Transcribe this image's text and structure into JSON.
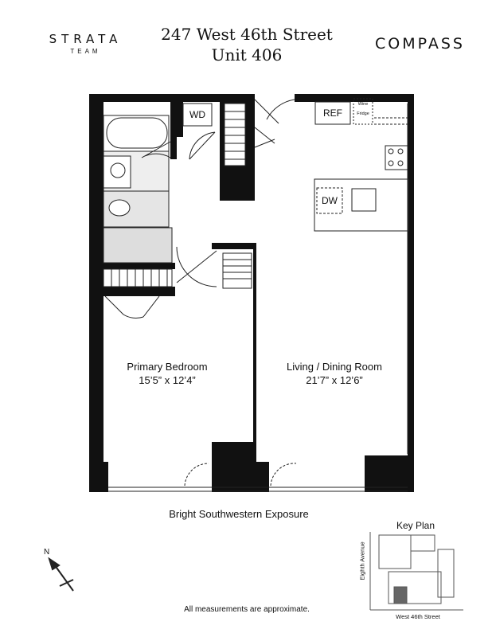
{
  "header": {
    "logo_left_main": "STRATA",
    "logo_left_sub": "TEAM",
    "title_line1": "247 West 46th Street",
    "title_line2": "Unit 406",
    "logo_right": "COMPASS"
  },
  "floorplan": {
    "wd_label": "WD",
    "ref_label": "REF",
    "wine_label": "Wine",
    "fridge_label": "Fridge",
    "dw_label": "DW",
    "bedroom_name": "Primary Bedroom",
    "bedroom_dims": "15’5” x 12’4”",
    "living_name": "Living / Dining Room",
    "living_dims": "21’7” x 12’6”"
  },
  "footer": {
    "exposure": "Bright Southwestern Exposure",
    "north": "N",
    "disclaimer": "All measurements are approximate."
  },
  "keyplan": {
    "title": "Key Plan",
    "street_vertical": "Eighth Avenue",
    "street_horizontal": "West 46th Street"
  },
  "colors": {
    "wall": "#111111",
    "line": "#222222",
    "dashed": "#666666"
  }
}
